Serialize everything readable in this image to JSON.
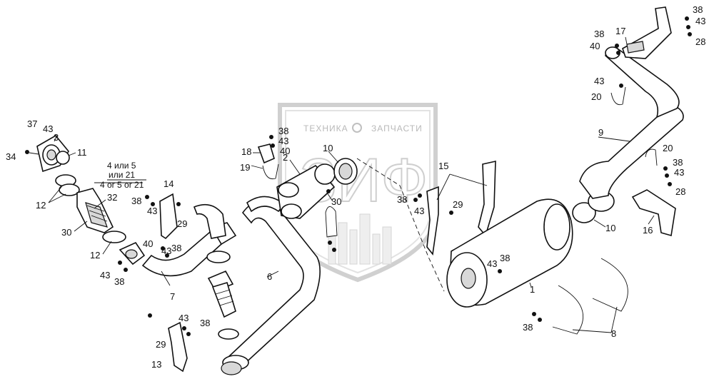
{
  "watermark": {
    "left_word": "ТЕХНИКА",
    "right_word": "ЗАПЧАСТИ",
    "monogram": "ЗИФ"
  },
  "notes": {
    "line1": "4 или 5",
    "line2": "или 21",
    "line3": "4 or 5 or 21"
  },
  "callouts": [
    {
      "id": "c37",
      "label": "37"
    },
    {
      "id": "c43a",
      "label": "43"
    },
    {
      "id": "c3",
      "label": "3"
    },
    {
      "id": "c34",
      "label": "34"
    },
    {
      "id": "c11",
      "label": "11"
    },
    {
      "id": "c12a",
      "label": "12"
    },
    {
      "id": "c32",
      "label": "32"
    },
    {
      "id": "c30a",
      "label": "30"
    },
    {
      "id": "c12b",
      "label": "12"
    },
    {
      "id": "c43b",
      "label": "43"
    },
    {
      "id": "c38a",
      "label": "38"
    },
    {
      "id": "c14",
      "label": "14"
    },
    {
      "id": "c38b",
      "label": "38"
    },
    {
      "id": "c43c",
      "label": "43"
    },
    {
      "id": "c29a",
      "label": "29"
    },
    {
      "id": "c40a",
      "label": "40"
    },
    {
      "id": "c43d",
      "label": "43"
    },
    {
      "id": "c38c",
      "label": "38"
    },
    {
      "id": "c7",
      "label": "7"
    },
    {
      "id": "c29b",
      "label": "29"
    },
    {
      "id": "c43e",
      "label": "43"
    },
    {
      "id": "c38d",
      "label": "38"
    },
    {
      "id": "c13",
      "label": "13"
    },
    {
      "id": "c6",
      "label": "6"
    },
    {
      "id": "c18",
      "label": "18"
    },
    {
      "id": "c38e",
      "label": "38"
    },
    {
      "id": "c43f",
      "label": "43"
    },
    {
      "id": "c40b",
      "label": "40"
    },
    {
      "id": "c19",
      "label": "19"
    },
    {
      "id": "c2",
      "label": "2"
    },
    {
      "id": "c10a",
      "label": "10"
    },
    {
      "id": "c30b",
      "label": "30"
    },
    {
      "id": "c15",
      "label": "15"
    },
    {
      "id": "c38f",
      "label": "38"
    },
    {
      "id": "c43g",
      "label": "43"
    },
    {
      "id": "c29c",
      "label": "29"
    },
    {
      "id": "c43h",
      "label": "43"
    },
    {
      "id": "c38g",
      "label": "38"
    },
    {
      "id": "c1",
      "label": "1"
    },
    {
      "id": "c38h",
      "label": "38"
    },
    {
      "id": "c10b",
      "label": "10"
    },
    {
      "id": "c8",
      "label": "8"
    },
    {
      "id": "c16",
      "label": "16"
    },
    {
      "id": "c20a",
      "label": "20"
    },
    {
      "id": "c38i",
      "label": "38"
    },
    {
      "id": "c43i",
      "label": "43"
    },
    {
      "id": "c28a",
      "label": "28"
    },
    {
      "id": "c9",
      "label": "9"
    },
    {
      "id": "c43j",
      "label": "43"
    },
    {
      "id": "c20b",
      "label": "20"
    },
    {
      "id": "c38j",
      "label": "38"
    },
    {
      "id": "c40c",
      "label": "40"
    },
    {
      "id": "c17",
      "label": "17"
    },
    {
      "id": "c38k",
      "label": "38"
    },
    {
      "id": "c43k",
      "label": "43"
    },
    {
      "id": "c28b",
      "label": "28"
    }
  ]
}
